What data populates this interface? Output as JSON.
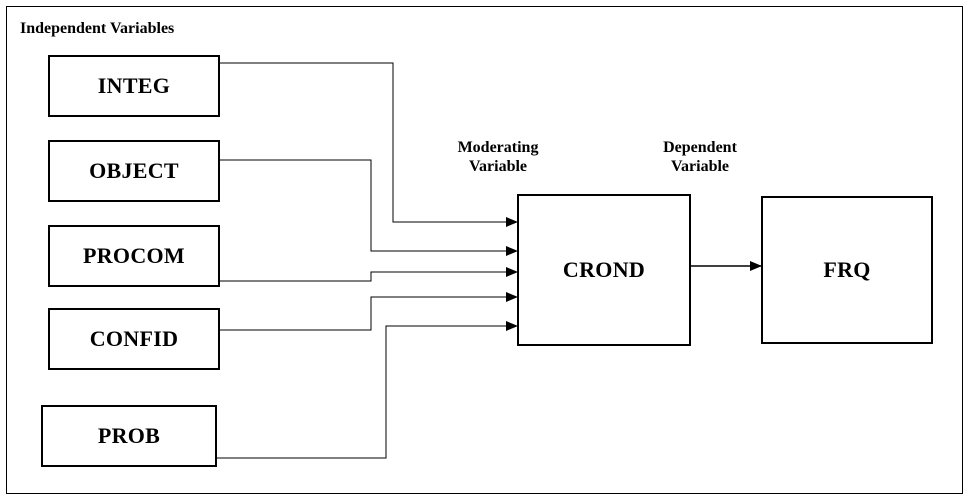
{
  "headings": {
    "independent": "Independent Variables",
    "moderating_line1": "Moderating",
    "moderating_line2": "Variable",
    "dependent_line1": "Dependent",
    "dependent_line2": "Variable"
  },
  "independent_variables": [
    "INTEG",
    "OBJECT",
    "PROCOM",
    "CONFID",
    "PROB"
  ],
  "moderating_variable": "CROND",
  "dependent_variable": "FRQ",
  "colors": {
    "line": "#000000",
    "background": "#ffffff"
  }
}
